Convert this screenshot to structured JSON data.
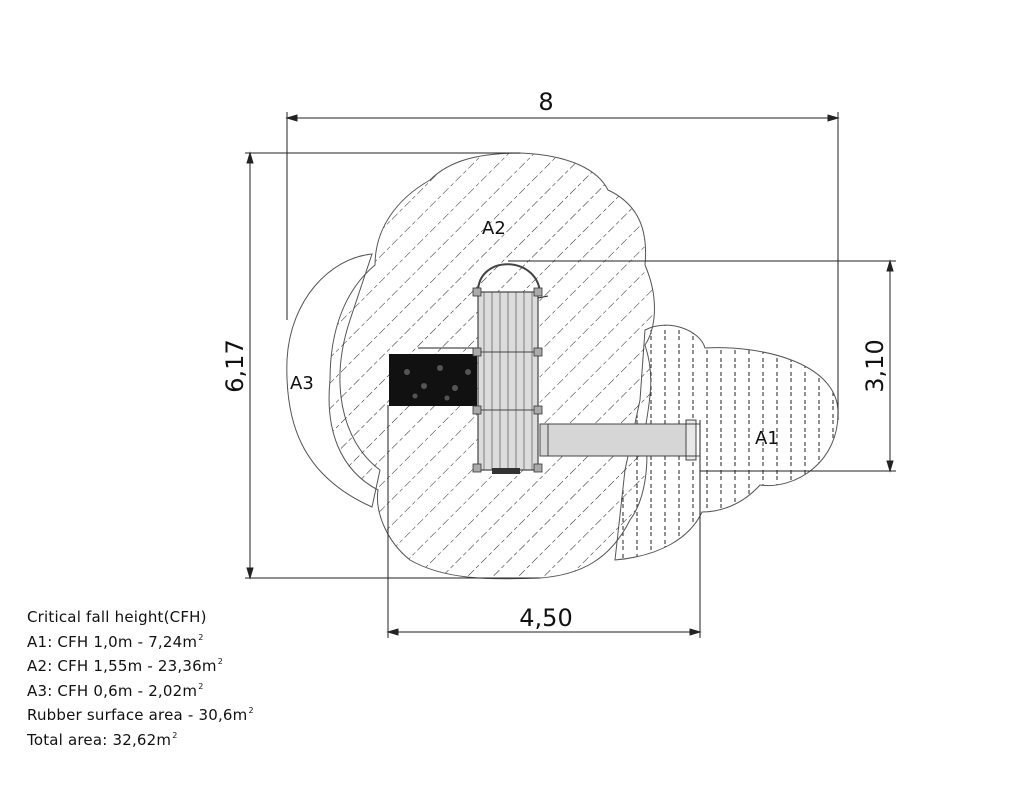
{
  "dimensions": {
    "width": "8",
    "height": "6,17",
    "bottom": "4,50",
    "right": "3,10"
  },
  "zones": {
    "a1": "A1",
    "a2": "A2",
    "a3": "A3"
  },
  "legend": {
    "title": "Critical fall height(CFH)",
    "lines": [
      {
        "text": "A1: CFH 1,0m - 7,24m",
        "sup": "2"
      },
      {
        "text": "A2: CFH 1,55m - 23,36m",
        "sup": "2"
      },
      {
        "text": "A3: CFH 0,6m - 2,02m",
        "sup": "2"
      },
      {
        "text": "Rubber surface area - 30,6m",
        "sup": "2"
      },
      {
        "text": "Total area: 32,62m",
        "sup": "2"
      }
    ]
  }
}
